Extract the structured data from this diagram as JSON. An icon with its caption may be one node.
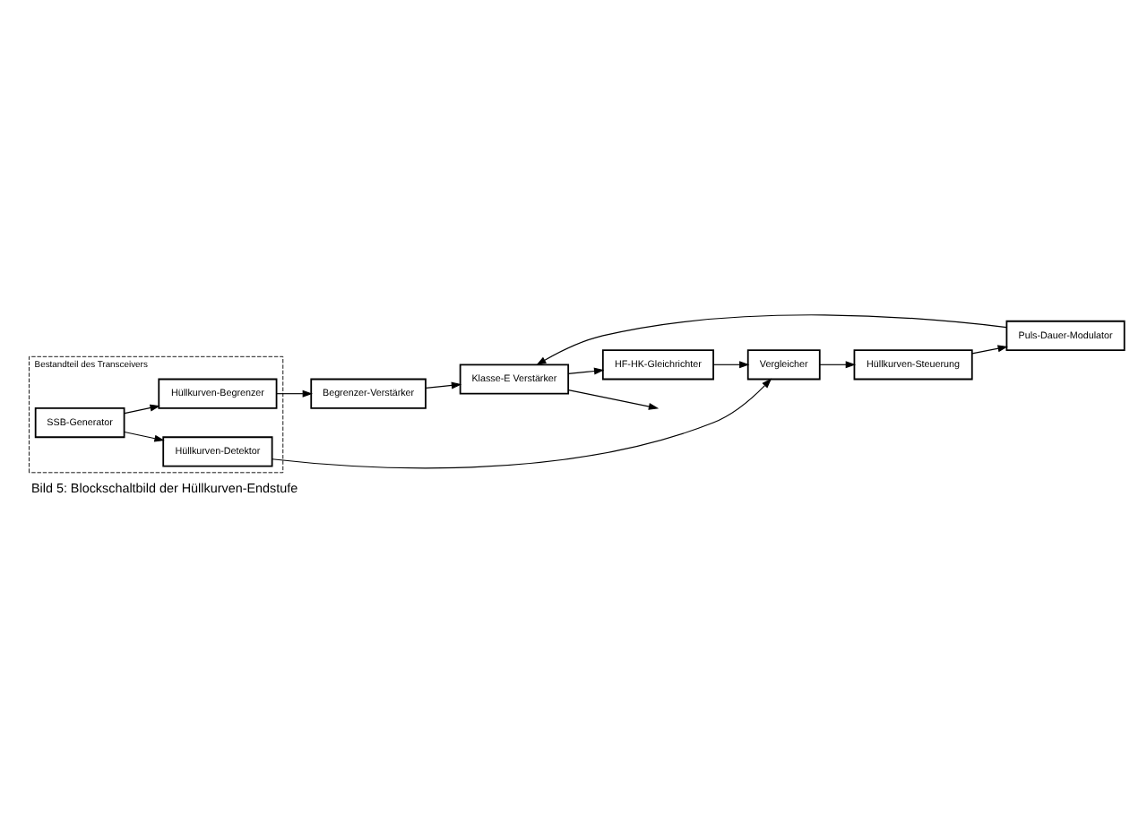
{
  "diagram": {
    "caption": "Bild 5: Blockschaltbild der Hüllkurven-Endstufe",
    "nodes": [
      {
        "text": [
          "Bestandteil des Transceivers"
        ]
      },
      {
        "text": [
          "SSB-Generator"
        ],
        "in": 0
      },
      {
        "text": [
          "Hüllkurven-Begrenzer"
        ],
        "in": 0
      },
      {
        "text": [
          "Hüllkurven-Detektor"
        ],
        "in": 0
      },
      {
        "text": [
          "Vergleicher"
        ]
      },
      {
        "text": [
          "Begrenzer-Verstärker"
        ]
      },
      {
        "text": [
          "Klasse-E Verstärker"
        ]
      },
      {
        "text": [
          "HF-HK-Gleichrichter"
        ]
      },
      {
        "text": [
          "Puls-Dauer-Modulator"
        ]
      },
      {
        "text": [
          "Hüllkurven-Steuerung"
        ]
      }
    ],
    "edges": [
      {
        "from": 1,
        "to": 2,
        "arrow": "to"
      },
      {
        "from": 1,
        "to": 3,
        "arrow": "to"
      },
      {
        "from": 2,
        "to": 5,
        "arrow": "to"
      },
      {
        "from": 5,
        "to": 6,
        "arrow": "to"
      },
      {
        "from": 6,
        "to": null,
        "arrow": "to"
      },
      {
        "from": 6,
        "to": 7,
        "arrow": "to"
      },
      {
        "from": 7,
        "to": 4,
        "arrow": "to"
      },
      {
        "from": 3,
        "to": 4,
        "arrow": "to"
      },
      {
        "from": 4,
        "to": 9,
        "arrow": "to"
      },
      {
        "from": 9,
        "to": 8,
        "arrow": "to"
      },
      {
        "from": 8,
        "to": 6,
        "arrow": "to"
      }
    ]
  }
}
